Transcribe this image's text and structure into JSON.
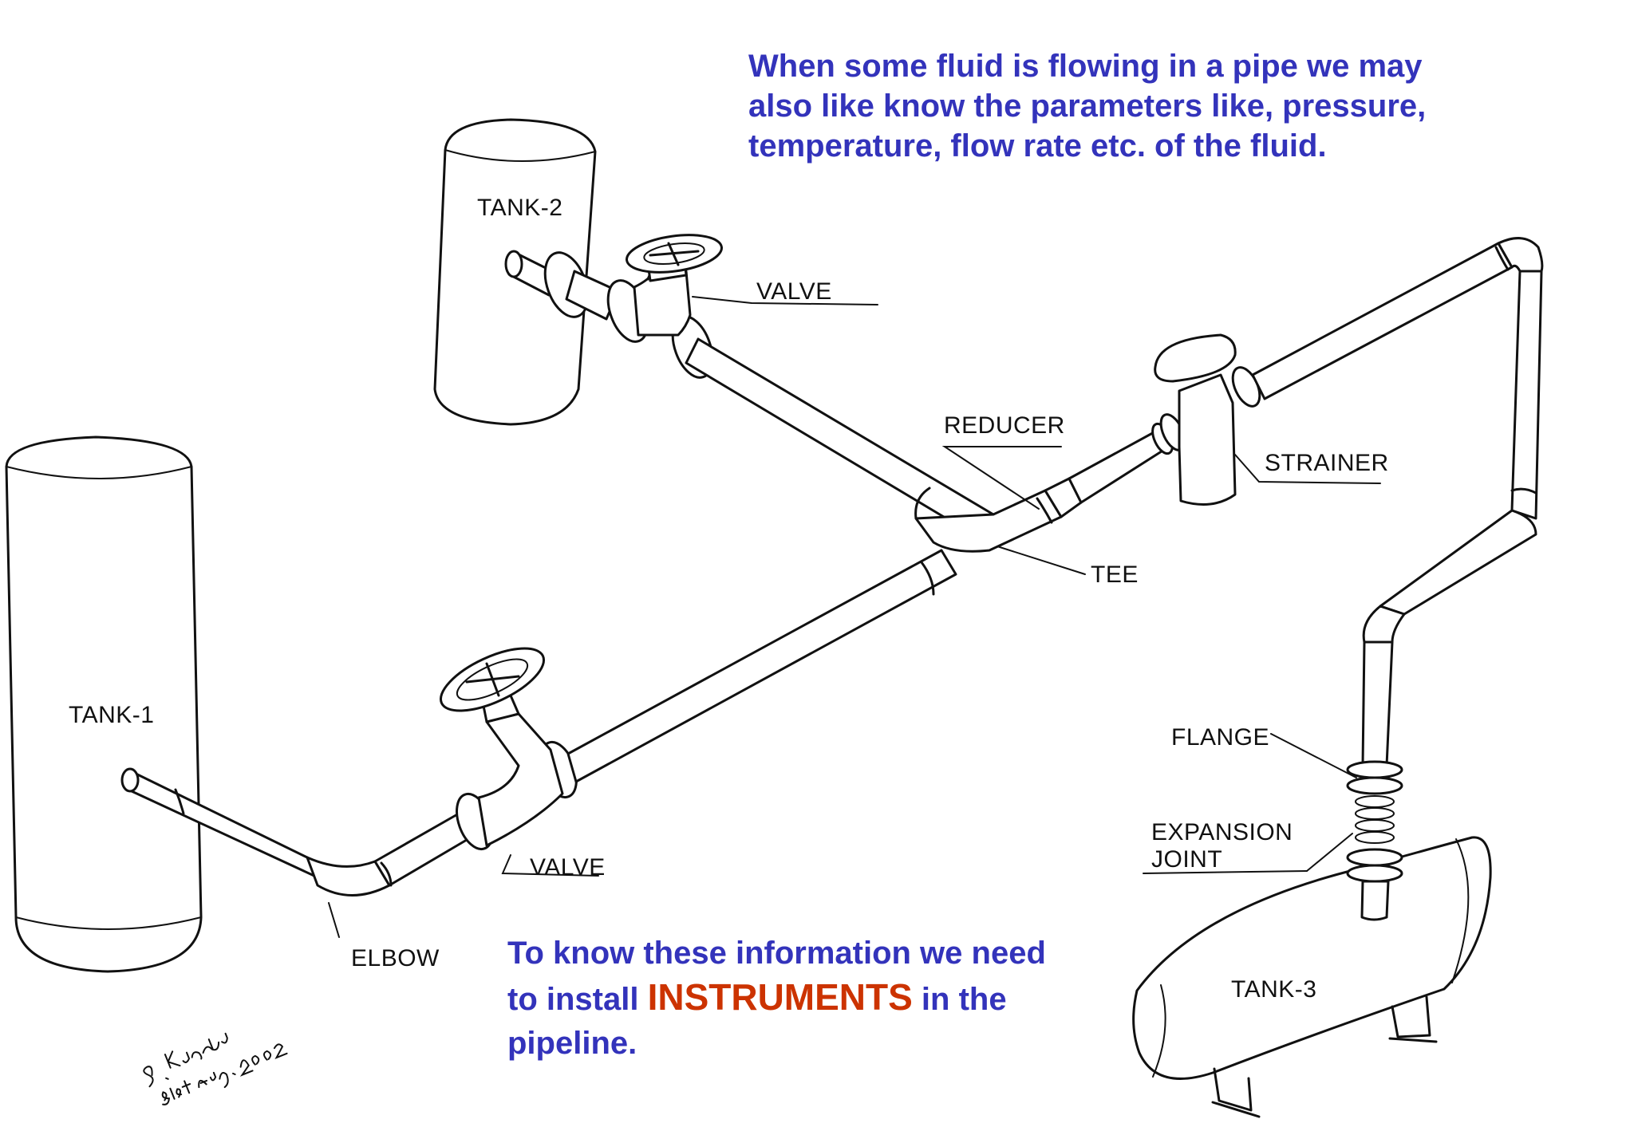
{
  "intro_text": [
    "When some fluid is flowing in a pipe we may",
    "also like know the parameters like, pressure,",
    "temperature, flow rate etc. of the fluid."
  ],
  "outro_text": {
    "line1": "To know these information we need",
    "line2_before": "to install ",
    "line2_highlight": "INSTRUMENTS",
    "line2_after": " in the",
    "line3": "pipeline."
  },
  "labels": {
    "tank1": "TANK-1",
    "tank2": "TANK-2",
    "tank3": "TANK-3",
    "valve_top": "VALVE",
    "valve_bottom": "VALVE",
    "reducer": "REDUCER",
    "strainer": "STRAINER",
    "tee": "TEE",
    "elbow": "ELBOW",
    "flange": "FLANGE",
    "expansion_joint_line1": "EXPANSION",
    "expansion_joint_line2": "JOINT"
  },
  "signature": {
    "name": "S. Kundu",
    "date": "31st Aug. 2002"
  },
  "colors": {
    "body_text": "#3333bb",
    "highlight": "#cc3300",
    "ink": "#111111"
  }
}
